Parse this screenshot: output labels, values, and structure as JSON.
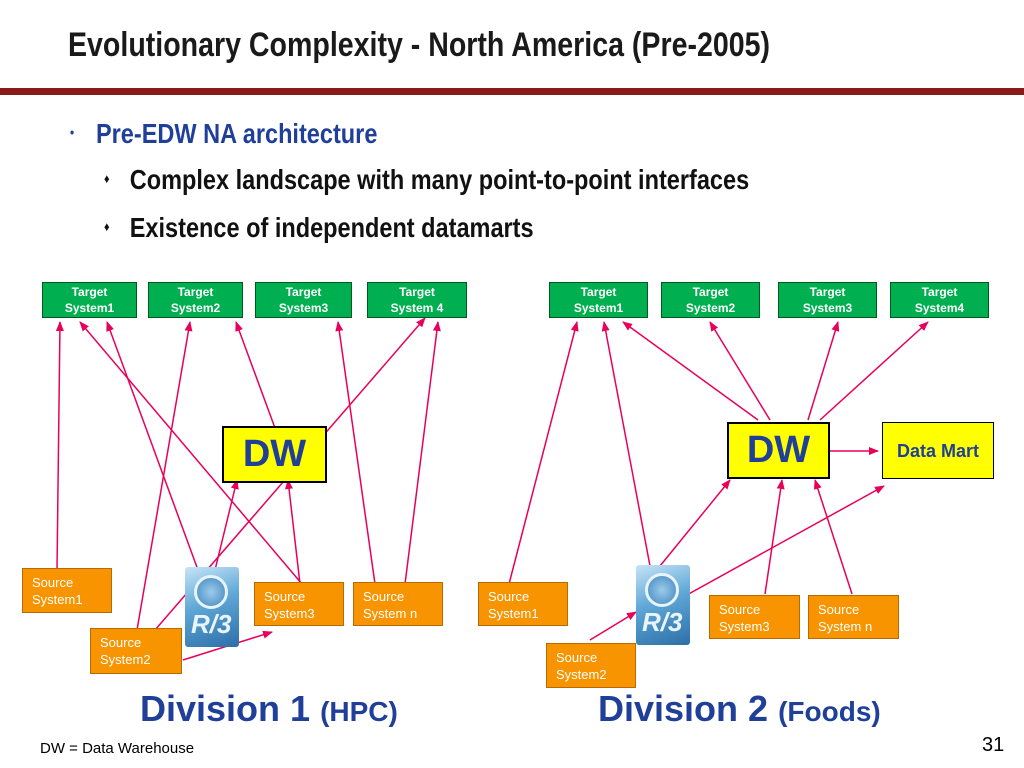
{
  "title": "Evolutionary Complexity - North America (Pre-2005)",
  "bullets": {
    "main": "Pre-EDW NA architecture",
    "subs": [
      "Complex landscape with many point-to-point interfaces",
      "Existence of independent datamarts"
    ]
  },
  "division1": {
    "targets": [
      [
        "Target",
        "System1"
      ],
      [
        "Target",
        "System2"
      ],
      [
        "Target",
        "System3"
      ],
      [
        "Target",
        "System 4"
      ]
    ],
    "dw": "DW",
    "sources": {
      "s1": [
        "Source",
        "System1"
      ],
      "s2": [
        "Source",
        "System2"
      ],
      "s3": [
        "Source",
        "System3"
      ],
      "sn": [
        "Source",
        "System n"
      ]
    },
    "label": "Division 1",
    "label_sub": "(HPC)"
  },
  "division2": {
    "targets": [
      [
        "Target",
        "System1"
      ],
      [
        "Target",
        "System2"
      ],
      [
        "Target",
        "System3"
      ],
      [
        "Target",
        "System4"
      ]
    ],
    "dw": "DW",
    "data_mart": "Data Mart",
    "sources": {
      "s1": [
        "Source",
        "System1"
      ],
      "s2": [
        "Source",
        "System2"
      ],
      "s3": [
        "Source",
        "System3"
      ],
      "sn": [
        "Source",
        "System n"
      ]
    },
    "label": "Division 2",
    "label_sub": "(Foods)"
  },
  "r3_logo": "R/3",
  "footnote": "DW = Data Warehouse",
  "page_number": "31",
  "colors": {
    "target": "#00b050",
    "source": "#f79400",
    "dw": "#ffff00",
    "arrow": "#e8005a",
    "heading": "#1f3f99",
    "rule": "#8b1a1a"
  },
  "icons": {
    "bullet": "bullet-dot-icon",
    "sub_bullet": "diamond-bullet-icon",
    "sap": "sap-r3-logo-icon"
  }
}
